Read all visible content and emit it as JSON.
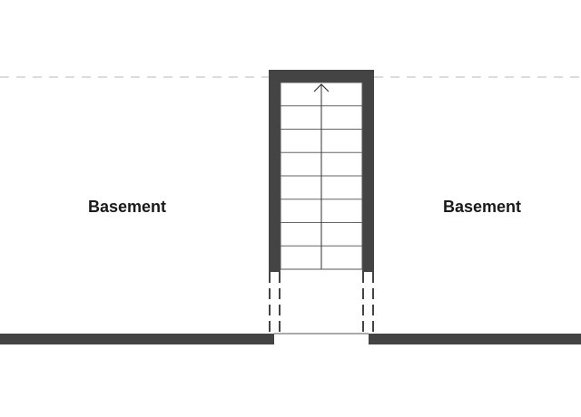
{
  "rooms": [
    {
      "label": "Basement"
    },
    {
      "label": "Basement"
    }
  ],
  "stair": {
    "treads": 8,
    "direction": "up"
  },
  "colors": {
    "wall": "#444444",
    "line": "#333333",
    "dashed_line": "#c8c8c8",
    "background": "#ffffff"
  }
}
